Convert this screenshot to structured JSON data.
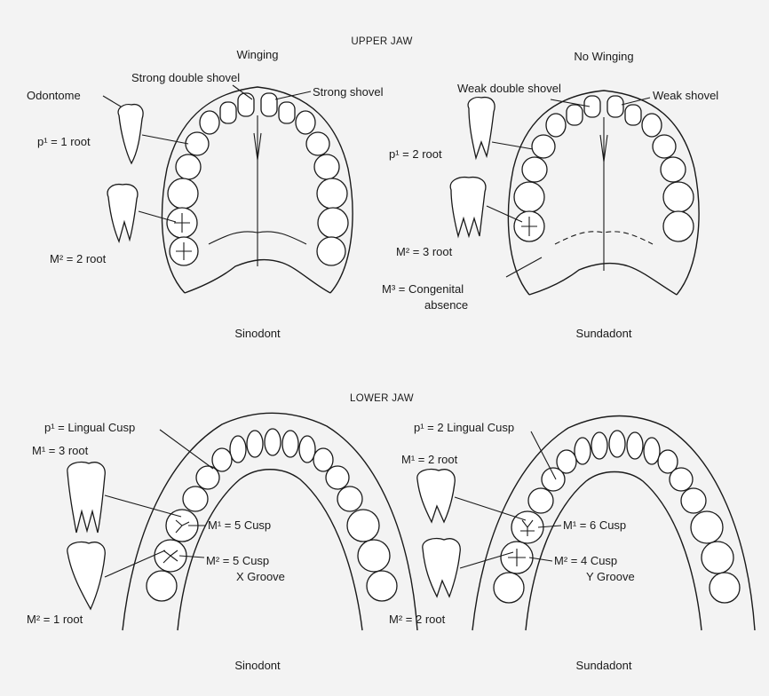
{
  "upper_jaw": {
    "title": "UPPER JAW",
    "left": {
      "heading": "Winging",
      "labels": {
        "shovel_double": "Strong double shovel",
        "shovel": "Strong shovel",
        "odontome": "Odontome",
        "p1": "p¹ = 1 root",
        "m2": "M² = 2 root"
      },
      "caption": "Sinodont"
    },
    "right": {
      "heading": "No Winging",
      "labels": {
        "shovel_double": "Weak double shovel",
        "shovel": "Weak shovel",
        "p1": "p¹ = 2 root",
        "m2": "M² = 3 root",
        "m3_line1": "M³ = Congenital",
        "m3_line2": "absence"
      },
      "caption": "Sundadont"
    }
  },
  "lower_jaw": {
    "title": "LOWER JAW",
    "left": {
      "labels": {
        "p1": "p¹ = Lingual Cusp",
        "m1_root": "M¹ = 3 root",
        "m1_cusp": "M¹ = 5 Cusp",
        "m2_cusp": "M² = 5 Cusp",
        "groove": "X Groove",
        "m2_root": "M² = 1 root"
      },
      "caption": "Sinodont"
    },
    "right": {
      "labels": {
        "p1": "p¹ = 2 Lingual Cusp",
        "m1_root": "M¹ = 2 root",
        "m1_cusp": "M¹ = 6 Cusp",
        "m2_cusp": "M² = 4 Cusp",
        "groove": "Y Groove",
        "m2_root": "M² = 2 root"
      },
      "caption": "Sundadont"
    }
  }
}
